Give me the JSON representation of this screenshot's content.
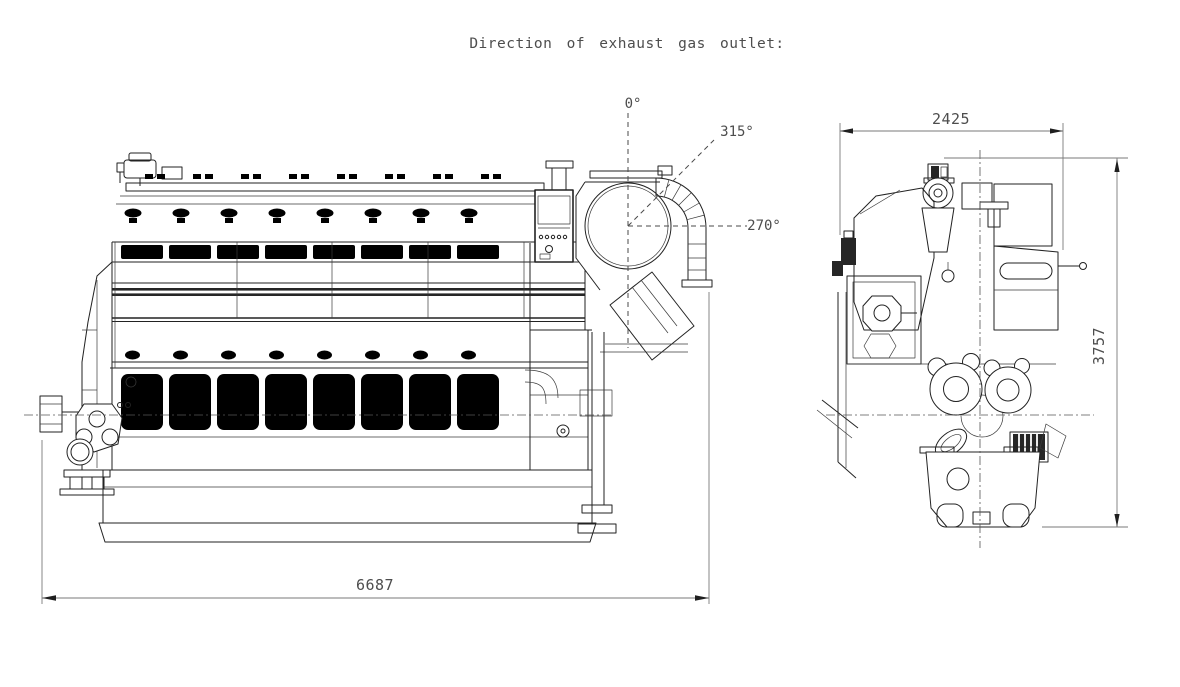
{
  "title": "Direction of exhaust gas outlet:",
  "colors": {
    "background": "#ffffff",
    "drawing_lines": "#222222",
    "dimension_lines": "#7a7a7a",
    "annotation_text": "#4d4d4d"
  },
  "exhaust_directions": {
    "angle_top": "0°",
    "angle_diagonal": "315°",
    "angle_horizontal": "270°"
  },
  "dimensions": {
    "overall_length": "6687",
    "overall_width": "2425",
    "overall_height": "3757"
  }
}
